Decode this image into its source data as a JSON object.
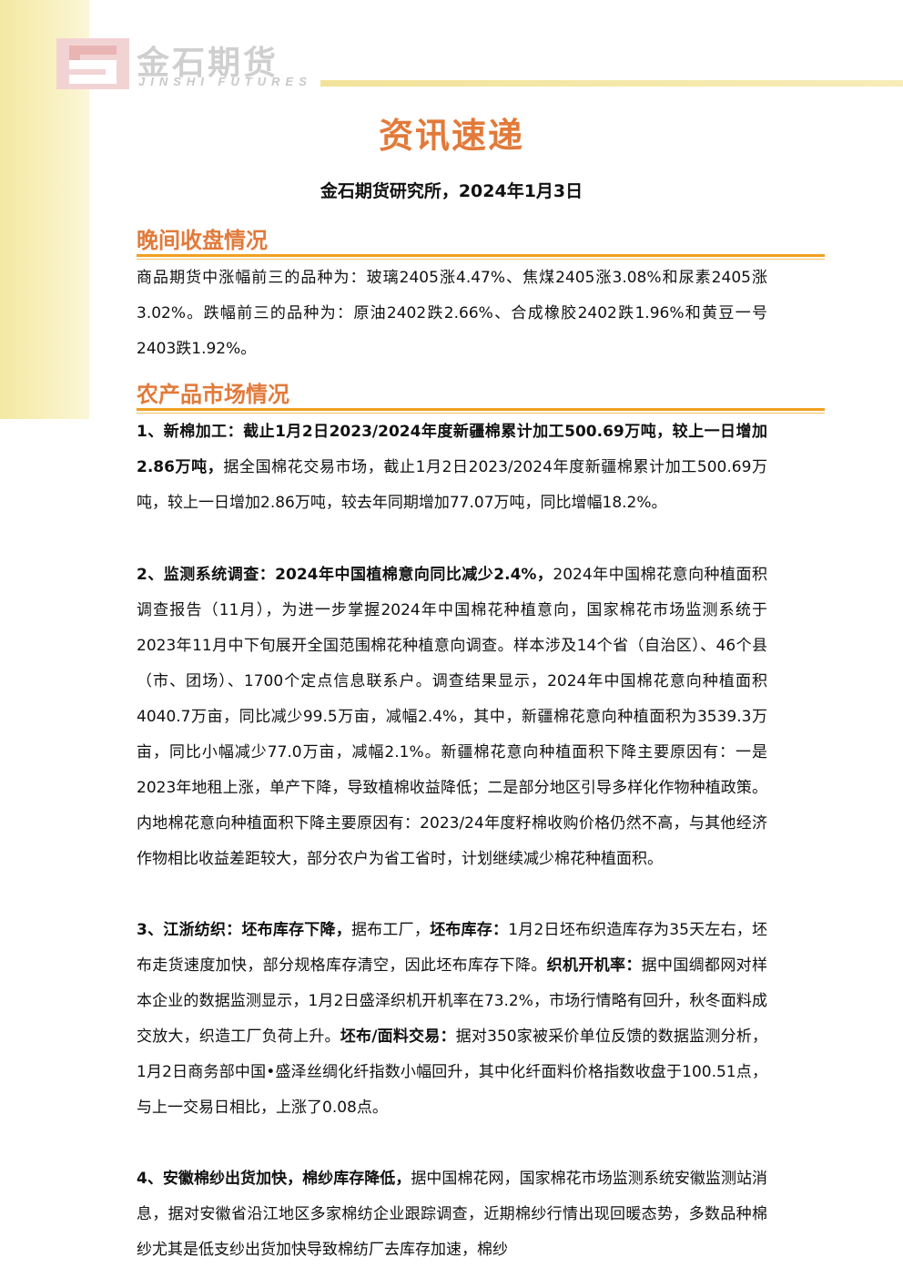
{
  "header": {
    "brand_cn": "金石期货",
    "brand_en": "JINSHI FUTURES",
    "logo": "jinshi-s-logo"
  },
  "title": "资讯速递",
  "subtitle": "金石期货研究所，2024年1月3日",
  "sections": [
    {
      "heading": "晚间收盘情况",
      "paragraphs": [
        {
          "text": "商品期货中涨幅前三的品种为：玻璃2405涨4.47%、焦煤2405涨3.08%和尿素2405涨3.02%。跌幅前三的品种为：原油2402跌2.66%、合成橡胶2402跌1.96%和黄豆一号2403跌1.92%。"
        }
      ]
    },
    {
      "heading": "农产品市场情况",
      "paragraphs": [
        {
          "lead": "1、新棉加工：截止1月2日2023/2024年度新疆棉累计加工500.69万吨，较上一日增加2.86万吨，",
          "text": "据全国棉花交易市场，截止1月2日2023/2024年度新疆棉累计加工500.69万吨，较上一日增加2.86万吨，较去年同期增加77.07万吨，同比增幅18.2%。"
        },
        {
          "lead": "2、监测系统调查：2024年中国植棉意向同比减少2.4%，",
          "text": "2024年中国棉花意向种植面积调查报告（11月），为进一步掌握2024年中国棉花种植意向，国家棉花市场监测系统于2023年11月中下旬展开全国范围棉花种植意向调查。样本涉及14个省（自治区）、46个县（市、团场）、1700个定点信息联系户。调查结果显示，2024年中国棉花意向种植面积4040.7万亩，同比减少99.5万亩，减幅2.4%，其中，新疆棉花意向种植面积为3539.3万亩，同比小幅减少77.0万亩，减幅2.1%。新疆棉花意向种植面积下降主要原因有：一是2023年地租上涨，单产下降，导致植棉收益降低；二是部分地区引导多样化作物种植政策。内地棉花意向种植面积下降主要原因有：2023/24年度籽棉收购价格仍然不高，与其他经济作物相比收益差距较大，部分农户为省工省时，计划继续减少棉花种植面积。"
        },
        {
          "parts": [
            {
              "bold": true,
              "text": "3、江浙纺织：坯布库存下降，"
            },
            {
              "bold": false,
              "text": "据布工厂，"
            },
            {
              "bold": true,
              "text": "坯布库存："
            },
            {
              "bold": false,
              "text": "1月2日坯布织造库存为35天左右，坯布走货速度加快，部分规格库存清空，因此坯布库存下降。"
            },
            {
              "bold": true,
              "text": "织机开机率："
            },
            {
              "bold": false,
              "text": "据中国绸都网对样本企业的数据监测显示，1月2日盛泽织机开机率在73.2%，市场行情略有回升，秋冬面料成交放大，织造工厂负荷上升。"
            },
            {
              "bold": true,
              "text": "坯布/面料交易："
            },
            {
              "bold": false,
              "text": "据对350家被采价单位反馈的数据监测分析，1月2日商务部中国•盛泽丝绸化纤指数小幅回升，其中化纤面料价格指数收盘于100.51点，与上一交易日相比，上涨了0.08点。"
            }
          ]
        },
        {
          "lead": "4、安徽棉纱出货加快，棉纱库存降低，",
          "text": "据中国棉花网，国家棉花市场监测系统安徽监测站消息，据对安徽省沿江地区多家棉纺企业跟踪调查，近期棉纱行情出现回暖态势，多数品种棉纱尤其是低支纱出货加快导致棉纺厂去库存加速，棉纱"
        }
      ]
    }
  ],
  "colors": {
    "accent": "#e27a3a",
    "rule": "#f0a020",
    "band": "#f5ecae"
  }
}
